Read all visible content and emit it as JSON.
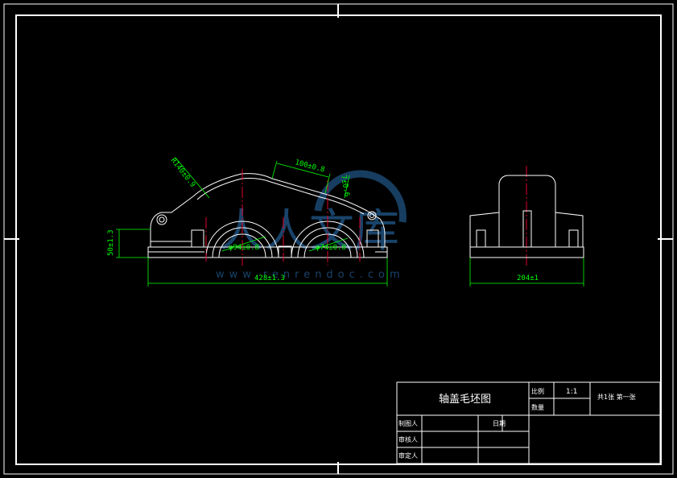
{
  "drawing": {
    "dimensions": {
      "radius": "R140±0.9",
      "top_length": "100±0.8",
      "small_height": "7±0.6",
      "left_height": "50±1.3",
      "bore_large": "φ94±0.8",
      "bore_small": "φ74±0.8",
      "total_length": "428±1.3",
      "side_width": "204±1"
    }
  },
  "watermark": {
    "text": "人人文库",
    "url": "www.renrendoc.com"
  },
  "title_block": {
    "drawing_name": "轴盖毛坯图",
    "scale_label": "比例",
    "scale_value": "1:1",
    "quantity_label": "数量",
    "drawing_no": "共1张 第一张",
    "designer_label": "制图人",
    "date_label": "日期",
    "checker_label": "审核人",
    "approver_label": "审定人"
  },
  "colors": {
    "background": "#000000",
    "lines": "#ffffff",
    "centerlines": "#e0002a",
    "dimensions": "#00ff00"
  }
}
